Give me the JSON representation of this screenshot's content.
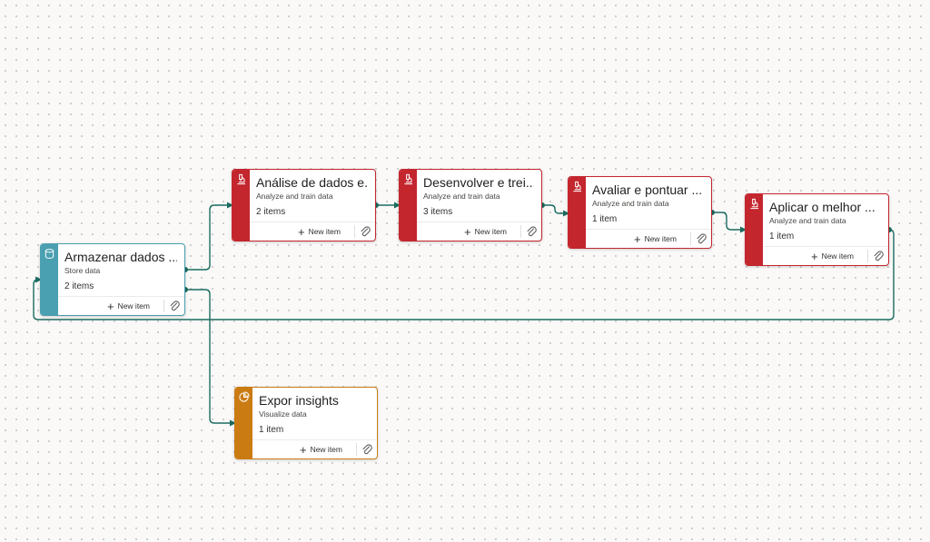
{
  "canvas": {
    "background": "#faf9f8"
  },
  "colors": {
    "connector": "#1b6b5f",
    "teal": "#4a9fb0",
    "red": "#c4262e",
    "orange": "#ca7b12"
  },
  "nodes": [
    {
      "id": "store",
      "title": "Armazenar dados ...",
      "subtitle": "Store data",
      "count": "2 items",
      "new_item_label": "New item",
      "icon": "database-icon",
      "color": "#4a9fb0"
    },
    {
      "id": "analyze1",
      "title": "Análise de dados e...",
      "subtitle": "Analyze and train data",
      "count": "2 items",
      "new_item_label": "New item",
      "icon": "microscope-icon",
      "color": "#c4262e"
    },
    {
      "id": "develop",
      "title": "Desenvolver e trei...",
      "subtitle": "Analyze and train data",
      "count": "3 items",
      "new_item_label": "New item",
      "icon": "microscope-icon",
      "color": "#c4262e"
    },
    {
      "id": "evaluate",
      "title": "Avaliar e pontuar ...",
      "subtitle": "Analyze and train data",
      "count": "1 item",
      "new_item_label": "New item",
      "icon": "microscope-icon",
      "color": "#c4262e"
    },
    {
      "id": "apply",
      "title": "Aplicar o melhor ...",
      "subtitle": "Analyze and train data",
      "count": "1 item",
      "new_item_label": "New item",
      "icon": "microscope-icon",
      "color": "#c4262e"
    },
    {
      "id": "insights",
      "title": "Expor insights",
      "subtitle": "Visualize data",
      "count": "1 item",
      "new_item_label": "New item",
      "icon": "pie-chart-icon",
      "color": "#ca7b12"
    }
  ],
  "connections": [
    {
      "from": "store",
      "to": "analyze1"
    },
    {
      "from": "analyze1",
      "to": "develop"
    },
    {
      "from": "develop",
      "to": "evaluate"
    },
    {
      "from": "evaluate",
      "to": "apply"
    },
    {
      "from": "apply",
      "to": "store"
    },
    {
      "from": "store",
      "to": "insights"
    }
  ]
}
